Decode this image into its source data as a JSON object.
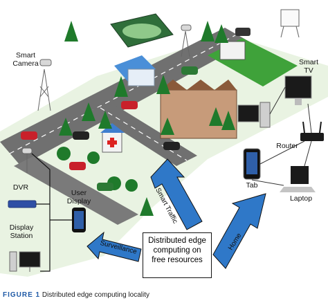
{
  "labels": {
    "smart_camera": "Smart\nCamera",
    "smart_tv": "Smart\nTV",
    "router": "Router",
    "laptop": "Laptop",
    "tab": "Tab",
    "dvr": "DVR",
    "user_display": "User\nDisplay",
    "display_station": "Display\nStation"
  },
  "arrows": {
    "smart_traffic": "Smart Traffic",
    "home": "Home",
    "surveillance": "Surveillance"
  },
  "center_box": "Distributed edge\ncomputing on\nfree resources",
  "caption": {
    "figure": "FIGURE 1",
    "text": "Distributed edge computing locality"
  }
}
